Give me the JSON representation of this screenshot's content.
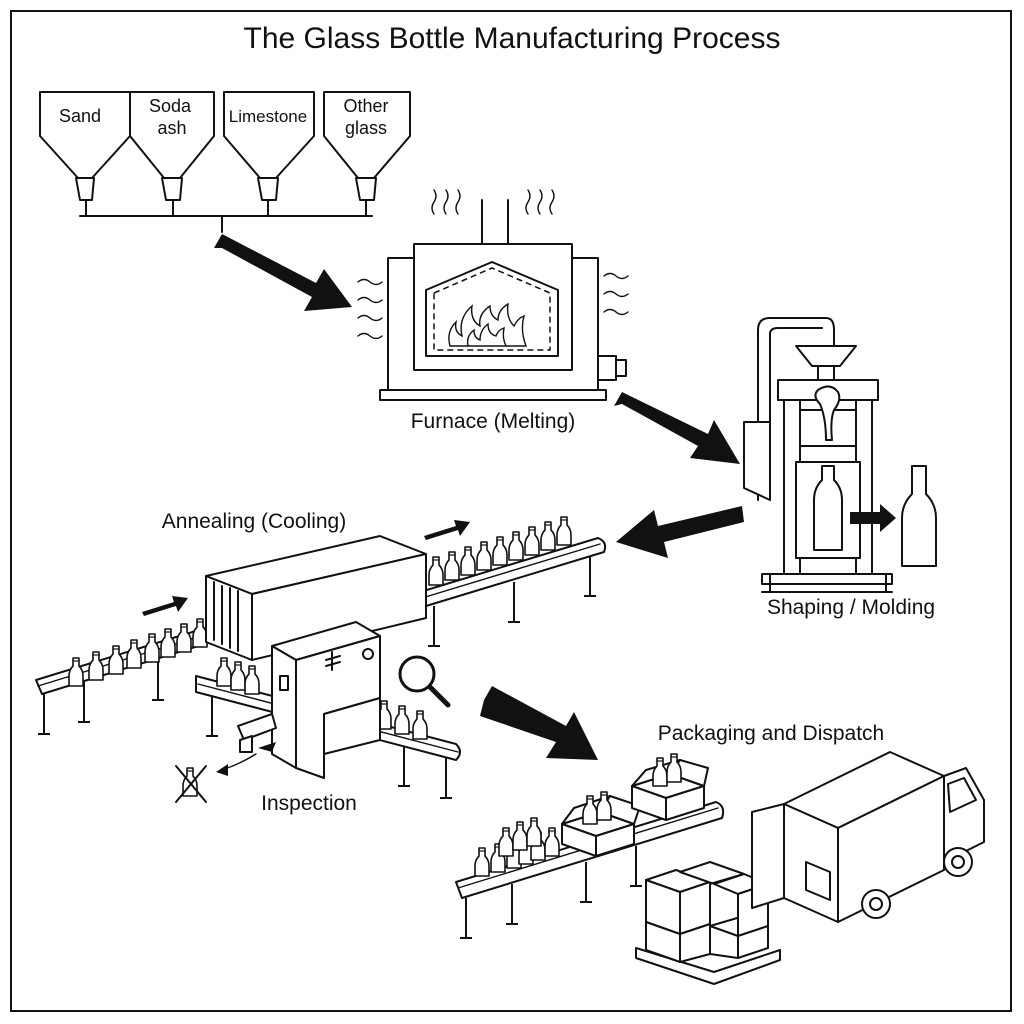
{
  "title": "The Glass Bottle Manufacturing Process",
  "hoppers": [
    {
      "lines": [
        "Sand"
      ]
    },
    {
      "lines": [
        "Soda",
        "ash"
      ]
    },
    {
      "lines": [
        "Limestone"
      ]
    },
    {
      "lines": [
        "Other",
        "glass"
      ]
    }
  ],
  "stages": {
    "furnace": "Furnace (Melting)",
    "shaping": "Shaping / Molding",
    "annealing": "Annealing (Cooling)",
    "inspection": "Inspection",
    "packaging": "Packaging and Dispatch"
  }
}
